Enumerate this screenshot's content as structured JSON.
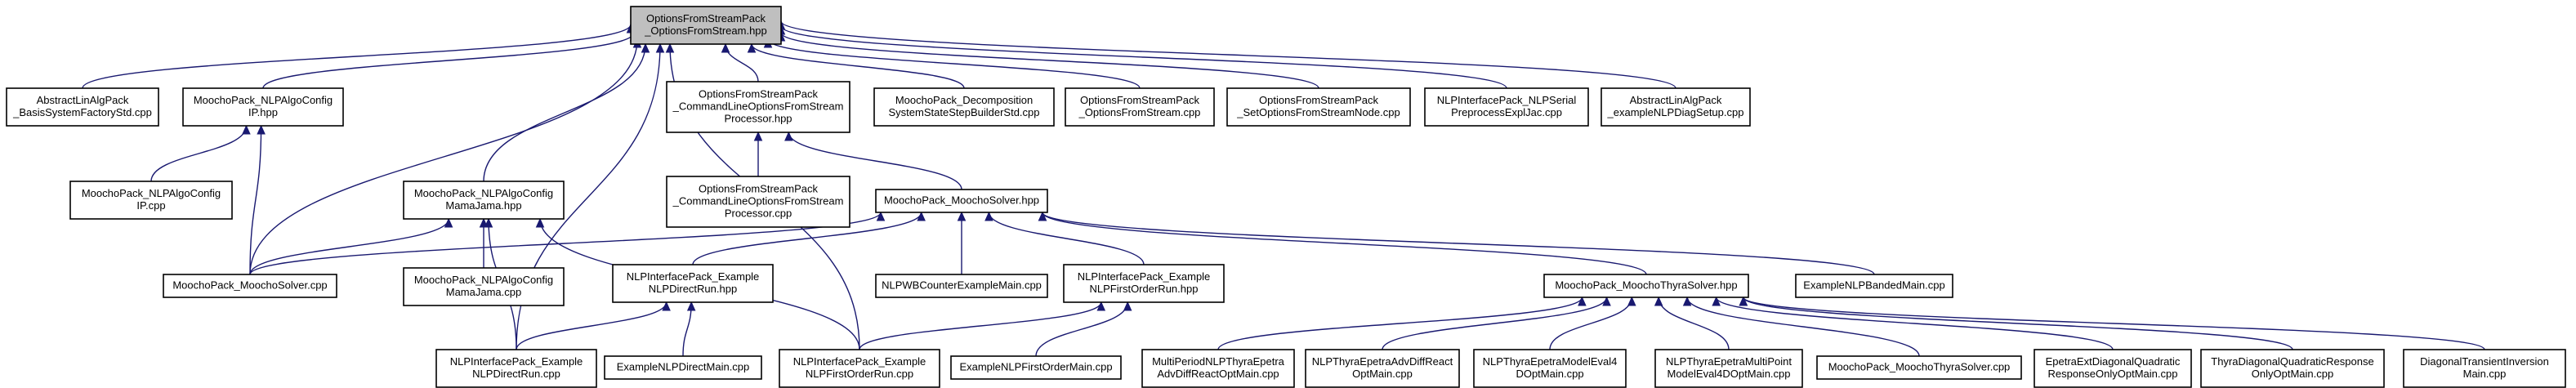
{
  "diagram": {
    "type": "include-dependency-graph",
    "edge_color": "#191970",
    "root_fill": "#bfbfbf",
    "nodes": [
      {
        "id": "root",
        "lines": [
          "OptionsFromStreamPack",
          "_OptionsFromStream.hpp"
        ],
        "root": true
      },
      {
        "id": "abslin_basis",
        "lines": [
          "AbstractLinAlgPack",
          "_BasisSystemFactoryStd.cpp"
        ]
      },
      {
        "id": "nlpalgoconfig_ip_hpp",
        "lines": [
          "MoochoPack_NLPAlgoConfig",
          "IP.hpp"
        ]
      },
      {
        "id": "cmdline_hpp",
        "lines": [
          "OptionsFromStreamPack",
          "_CommandLineOptionsFromStream",
          "Processor.hpp"
        ]
      },
      {
        "id": "decomp",
        "lines": [
          "MoochoPack_Decomposition",
          "SystemStateStepBuilderStd.cpp"
        ]
      },
      {
        "id": "ofs_cpp",
        "lines": [
          "OptionsFromStreamPack",
          "_OptionsFromStream.cpp"
        ]
      },
      {
        "id": "setofs",
        "lines": [
          "OptionsFromStreamPack",
          "_SetOptionsFromStreamNode.cpp"
        ]
      },
      {
        "id": "nlpserial",
        "lines": [
          "NLPInterfacePack_NLPSerial",
          "PreprocessExplJac.cpp"
        ]
      },
      {
        "id": "abslin_example",
        "lines": [
          "AbstractLinAlgPack",
          "_exampleNLPDiagSetup.cpp"
        ]
      },
      {
        "id": "nlpalgoconfig_ip_cpp",
        "lines": [
          "MoochoPack_NLPAlgoConfig",
          "IP.cpp"
        ]
      },
      {
        "id": "cmdline_cpp",
        "lines": [
          "OptionsFromStreamPack",
          "_CommandLineOptionsFromStream",
          "Processor.cpp"
        ]
      },
      {
        "id": "mamajama_hpp",
        "lines": [
          "MoochoPack_NLPAlgoConfig",
          "MamaJama.hpp"
        ]
      },
      {
        "id": "moochosolver_hpp",
        "lines": [
          "MoochoPack_MoochoSolver.hpp"
        ]
      },
      {
        "id": "moochosolver_cpp",
        "lines": [
          "MoochoPack_MoochoSolver.cpp"
        ]
      },
      {
        "id": "mamajama_cpp",
        "lines": [
          "MoochoPack_NLPAlgoConfig",
          "MamaJama.cpp"
        ]
      },
      {
        "id": "nlpwb",
        "lines": [
          "NLPWBCounterExampleMain.cpp"
        ]
      },
      {
        "id": "directrun_hpp",
        "lines": [
          "NLPInterfacePack_Example",
          "NLPDirectRun.hpp"
        ]
      },
      {
        "id": "firstorderrun_hpp",
        "lines": [
          "NLPInterfacePack_Example",
          "NLPFirstOrderRun.hpp"
        ]
      },
      {
        "id": "thyrasolver_hpp",
        "lines": [
          "MoochoPack_MoochoThyraSolver.hpp"
        ]
      },
      {
        "id": "banded",
        "lines": [
          "ExampleNLPBandedMain.cpp"
        ]
      },
      {
        "id": "directrun_cpp",
        "lines": [
          "NLPInterfacePack_Example",
          "NLPDirectRun.cpp"
        ]
      },
      {
        "id": "directmain",
        "lines": [
          "ExampleNLPDirectMain.cpp"
        ]
      },
      {
        "id": "firstorderrun_cpp",
        "lines": [
          "NLPInterfacePack_Example",
          "NLPFirstOrderRun.cpp"
        ]
      },
      {
        "id": "firstordermain",
        "lines": [
          "ExampleNLPFirstOrderMain.cpp"
        ]
      },
      {
        "id": "multiperiod",
        "lines": [
          "MultiPeriodNLPThyraEpetra",
          "AdvDiffReactOptMain.cpp"
        ]
      },
      {
        "id": "advdiff",
        "lines": [
          "NLPThyraEpetraAdvDiffReact",
          "OptMain.cpp"
        ]
      },
      {
        "id": "modeleval4d",
        "lines": [
          "NLPThyraEpetraModelEval4",
          "DOptMain.cpp"
        ]
      },
      {
        "id": "multipoint",
        "lines": [
          "NLPThyraEpetraMultiPoint",
          "ModelEval4DOptMain.cpp"
        ]
      },
      {
        "id": "thyrasolver_cpp",
        "lines": [
          "MoochoPack_MoochoThyraSolver.cpp"
        ]
      },
      {
        "id": "epetraext",
        "lines": [
          "EpetraExtDiagonalQuadratic",
          "ResponseOnlyOptMain.cpp"
        ]
      },
      {
        "id": "thyradiag",
        "lines": [
          "ThyraDiagonalQuadraticResponse",
          "OnlyOptMain.cpp"
        ]
      },
      {
        "id": "diagtransient",
        "lines": [
          "DiagonalTransientInversion",
          "Main.cpp"
        ]
      }
    ],
    "edges": [
      [
        "abslin_basis",
        "root"
      ],
      [
        "nlpalgoconfig_ip_hpp",
        "root"
      ],
      [
        "cmdline_hpp",
        "root"
      ],
      [
        "decomp",
        "root"
      ],
      [
        "ofs_cpp",
        "root"
      ],
      [
        "setofs",
        "root"
      ],
      [
        "nlpserial",
        "root"
      ],
      [
        "abslin_example",
        "root"
      ],
      [
        "mamajama_hpp",
        "root"
      ],
      [
        "moochosolver_cpp",
        "root"
      ],
      [
        "directrun_cpp",
        "root"
      ],
      [
        "firstorderrun_cpp",
        "root"
      ],
      [
        "nlpalgoconfig_ip_cpp",
        "nlpalgoconfig_ip_hpp"
      ],
      [
        "moochosolver_cpp",
        "nlpalgoconfig_ip_hpp"
      ],
      [
        "cmdline_cpp",
        "cmdline_hpp"
      ],
      [
        "moochosolver_hpp",
        "cmdline_hpp"
      ],
      [
        "moochosolver_cpp",
        "mamajama_hpp"
      ],
      [
        "mamajama_cpp",
        "mamajama_hpp"
      ],
      [
        "directrun_cpp",
        "mamajama_hpp"
      ],
      [
        "firstorderrun_cpp",
        "mamajama_hpp"
      ],
      [
        "moochosolver_cpp",
        "moochosolver_hpp"
      ],
      [
        "nlpwb",
        "moochosolver_hpp"
      ],
      [
        "directrun_hpp",
        "moochosolver_hpp"
      ],
      [
        "firstorderrun_hpp",
        "moochosolver_hpp"
      ],
      [
        "thyrasolver_hpp",
        "moochosolver_hpp"
      ],
      [
        "banded",
        "moochosolver_hpp"
      ],
      [
        "directrun_cpp",
        "directrun_hpp"
      ],
      [
        "directmain",
        "directrun_hpp"
      ],
      [
        "firstorderrun_cpp",
        "firstorderrun_hpp"
      ],
      [
        "firstordermain",
        "firstorderrun_hpp"
      ],
      [
        "multiperiod",
        "thyrasolver_hpp"
      ],
      [
        "advdiff",
        "thyrasolver_hpp"
      ],
      [
        "modeleval4d",
        "thyrasolver_hpp"
      ],
      [
        "multipoint",
        "thyrasolver_hpp"
      ],
      [
        "thyrasolver_cpp",
        "thyrasolver_hpp"
      ],
      [
        "epetraext",
        "thyrasolver_hpp"
      ],
      [
        "thyradiag",
        "thyrasolver_hpp"
      ],
      [
        "diagtransient",
        "thyrasolver_hpp"
      ]
    ]
  }
}
